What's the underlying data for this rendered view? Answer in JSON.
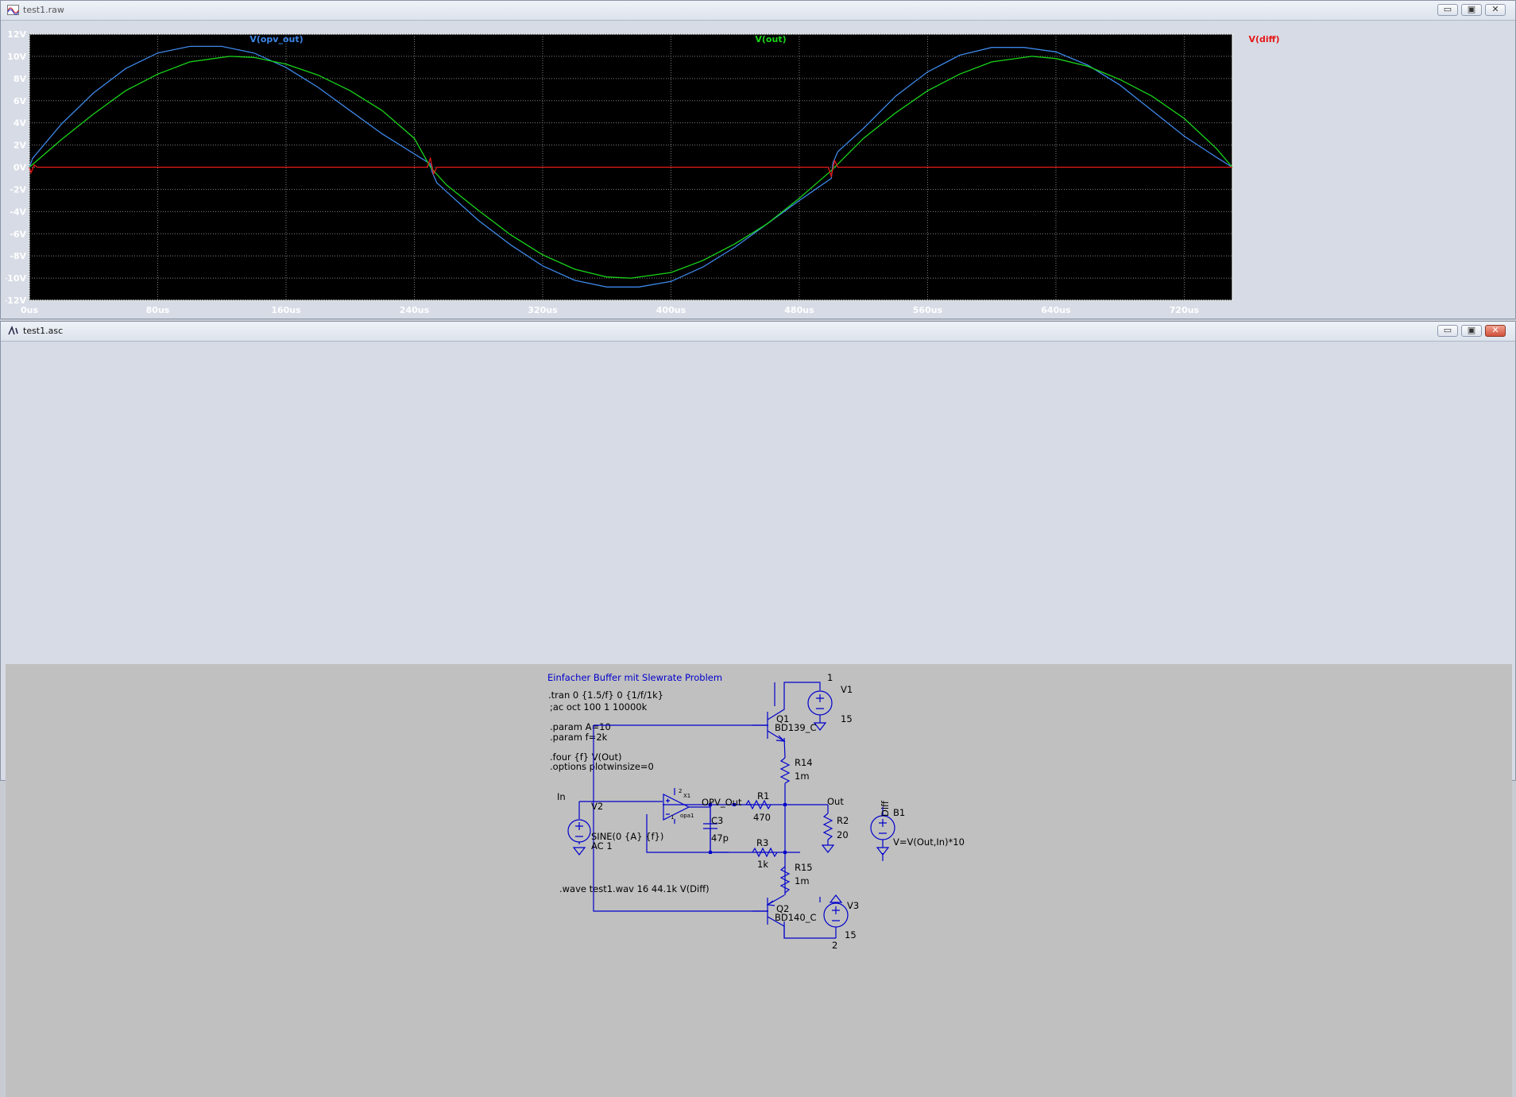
{
  "plot_window": {
    "title": "test1.raw",
    "controls": {
      "minimize": "▭",
      "maximize": "▣",
      "close": "✕"
    }
  },
  "schematic_window": {
    "title": "test1.asc",
    "controls": {
      "minimize": "▭",
      "maximize": "▣",
      "close": "✕"
    },
    "title_comment": "Einfacher Buffer mit Slewrate Problem",
    "directives": [
      ".tran 0 {1.5/f} 0 {1/f/1k}",
      ";ac oct 100 1 10000k",
      ".param A=10",
      ".param f=2k",
      ".four {f} V(Out)",
      ".options plotwinsize=0",
      ".wave test1.wav 16 44.1k V(Diff)"
    ],
    "labels": {
      "in_net": "In",
      "opv_out_net": "OPV_Out",
      "out_net": "Out",
      "diff_net": "Diff",
      "v1_name": "V1",
      "v1_value": "15",
      "v1_node": "1",
      "v2_name": "V2",
      "v2_value1": "SINE(0 {A} {f})",
      "v2_value2": "AC 1",
      "v3_name": "V3",
      "v3_value": "15",
      "v3_node": "2",
      "q1_name": "Q1",
      "q1_model": "BD139_C",
      "q2_name": "Q2",
      "q2_model": "BD140_C",
      "r14_name": "R14",
      "r14_value": "1m",
      "r15_name": "R15",
      "r15_value": "1m",
      "r1_name": "R1",
      "r1_value": "470",
      "r3_name": "R3",
      "r3_value": "1k",
      "r2_name": "R2",
      "r2_value": "20",
      "c3_name": "C3",
      "c3_value": "47p",
      "b1_name": "B1",
      "b1_value": "V=V(Out,In)*10",
      "x1_name": "X1",
      "x1_model": "opa1",
      "opamp_pin_2": "2",
      "opamp_pin_1": "1"
    }
  },
  "colors": {
    "plot_bg": "#000000",
    "grid": "#7f7f7f",
    "axis_text": "#ffffff",
    "schematic_bg": "#c0c0c0",
    "wire": "#0000cc",
    "component": "#0000cc",
    "text": "#000000"
  },
  "chart_data": {
    "type": "line",
    "xlabel": "",
    "ylabel": "",
    "xlim": [
      0,
      750
    ],
    "ylim": [
      -12,
      12
    ],
    "xticks": [
      0,
      80,
      160,
      240,
      320,
      400,
      480,
      560,
      640,
      720
    ],
    "xtick_labels": [
      "0us",
      "80us",
      "160us",
      "240us",
      "320us",
      "400us",
      "480us",
      "560us",
      "640us",
      "720us"
    ],
    "yticks": [
      12,
      10,
      8,
      6,
      4,
      2,
      0,
      -2,
      -4,
      -6,
      -8,
      -10,
      -12
    ],
    "ytick_labels": [
      "12V",
      "10V",
      "8V",
      "6V",
      "4V",
      "2V",
      "0V",
      "-2V",
      "-4V",
      "-6V",
      "-8V",
      "-10V",
      "-12V"
    ],
    "grid": true,
    "series": [
      {
        "name": "V(opv_out)",
        "color": "#3d87e8",
        "x": [
          0,
          2,
          20,
          40,
          60,
          80,
          100,
          120,
          140,
          160,
          180,
          200,
          220,
          240,
          250,
          251,
          254,
          260,
          280,
          300,
          320,
          340,
          360,
          380,
          400,
          420,
          440,
          460,
          480,
          500,
          501,
          504,
          520,
          540,
          560,
          580,
          600,
          620,
          640,
          660,
          680,
          700,
          720,
          740,
          750
        ],
        "values": [
          0,
          0.8,
          3.9,
          6.7,
          8.9,
          10.3,
          10.9,
          10.9,
          10.3,
          9.0,
          7.2,
          5.1,
          3.0,
          1.2,
          0.3,
          -0.4,
          -1.4,
          -2.2,
          -4.8,
          -7.0,
          -8.9,
          -10.2,
          -10.8,
          -10.8,
          -10.3,
          -9.0,
          -7.2,
          -5.1,
          -3.0,
          -1.0,
          0.4,
          1.4,
          3.5,
          6.4,
          8.6,
          10.1,
          10.8,
          10.8,
          10.4,
          9.2,
          7.4,
          5.1,
          2.8,
          0.9,
          0
        ]
      },
      {
        "name": "V(out)",
        "color": "#19d519",
        "x": [
          0,
          20,
          40,
          60,
          80,
          100,
          125,
          140,
          160,
          180,
          200,
          220,
          240,
          250,
          260,
          280,
          300,
          320,
          340,
          360,
          375,
          400,
          420,
          440,
          460,
          480,
          500,
          520,
          540,
          560,
          580,
          600,
          625,
          640,
          660,
          680,
          700,
          720,
          740,
          750
        ],
        "values": [
          0,
          2.5,
          4.8,
          6.9,
          8.4,
          9.5,
          10.0,
          9.9,
          9.3,
          8.3,
          6.9,
          5.1,
          2.6,
          0,
          -1.6,
          -3.9,
          -6.1,
          -7.9,
          -9.2,
          -9.9,
          -10.0,
          -9.5,
          -8.4,
          -6.9,
          -5.1,
          -2.8,
          -0.3,
          2.6,
          4.9,
          6.9,
          8.4,
          9.5,
          10.0,
          9.8,
          9.1,
          7.9,
          6.4,
          4.4,
          1.7,
          0
        ]
      },
      {
        "name": "V(diff)",
        "color": "#e61919",
        "x": [
          0,
          1,
          3,
          5,
          100,
          248,
          250,
          252,
          254,
          300,
          498,
          500,
          502,
          504,
          600,
          750
        ],
        "values": [
          0,
          -0.5,
          0.2,
          0,
          0,
          0,
          0.8,
          -0.6,
          0,
          0,
          0,
          -0.8,
          0.6,
          0,
          0,
          0
        ]
      }
    ]
  }
}
